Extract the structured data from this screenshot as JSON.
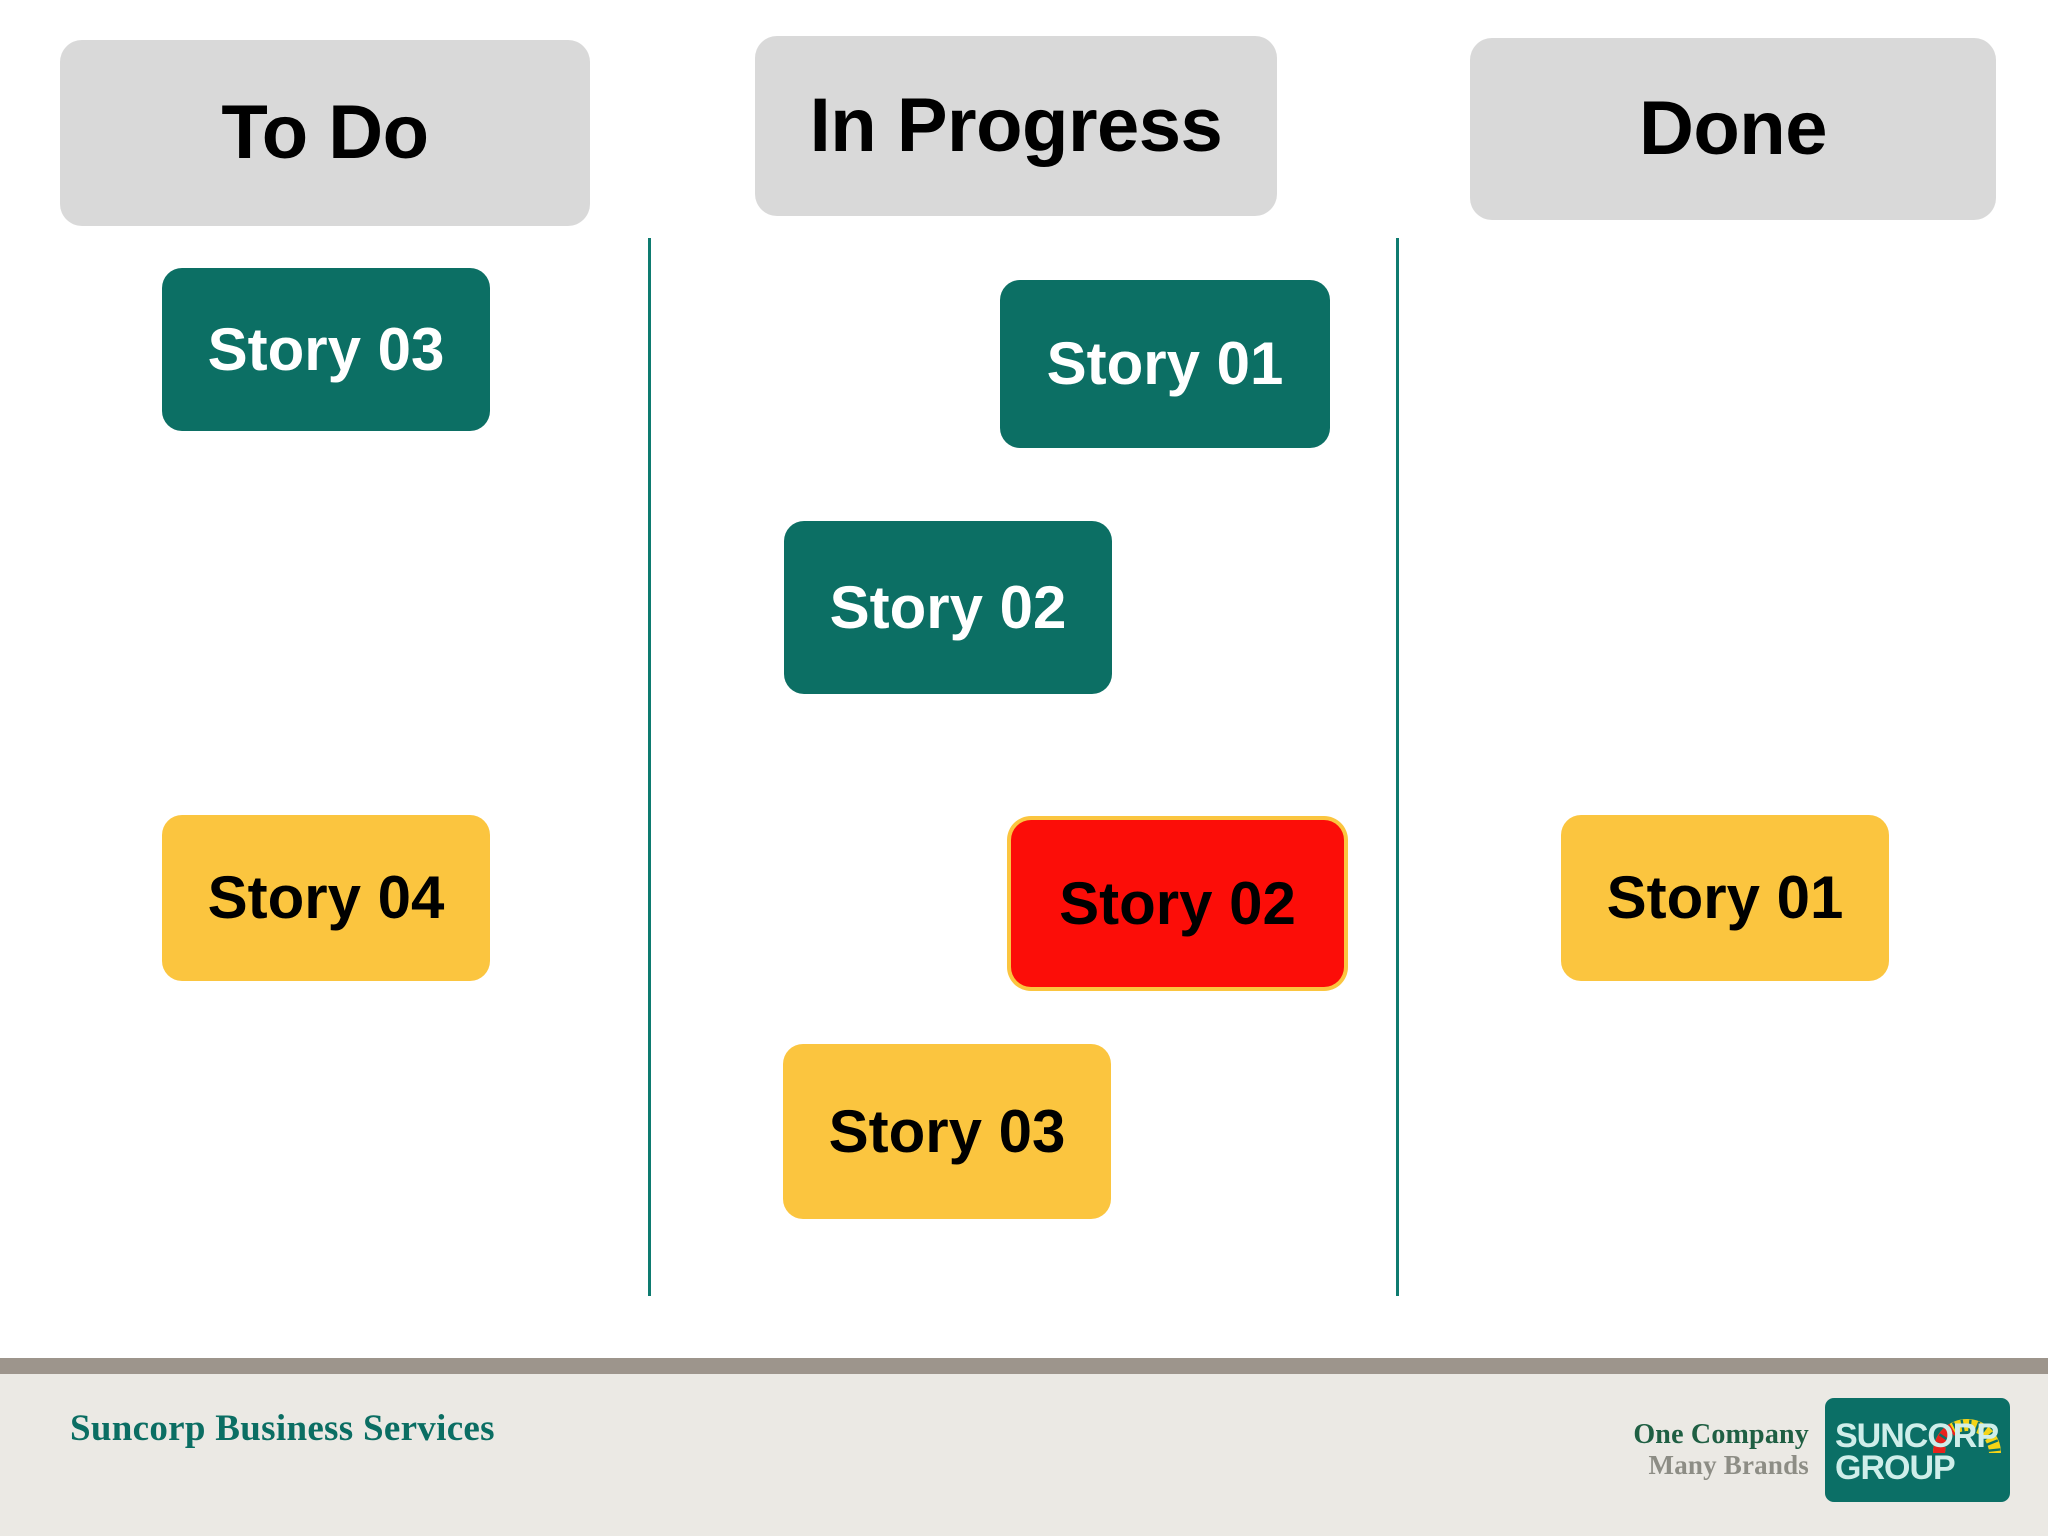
{
  "board": {
    "columns": [
      {
        "id": "todo",
        "header": "To Do",
        "cards": [
          {
            "label": "Story 03",
            "color": "teal",
            "color_hex": "#0c6f64"
          },
          {
            "label": "Story 04",
            "color": "yellow",
            "color_hex": "#fbc53f"
          }
        ]
      },
      {
        "id": "inprogress",
        "header": "In Progress",
        "cards": [
          {
            "label": "Story 01",
            "color": "teal",
            "color_hex": "#0c6f64"
          },
          {
            "label": "Story 02",
            "color": "teal",
            "color_hex": "#0c6f64"
          },
          {
            "label": "Story 02",
            "color": "red",
            "color_hex": "#fc0d08"
          },
          {
            "label": "Story 03",
            "color": "yellow",
            "color_hex": "#fbc53f"
          }
        ]
      },
      {
        "id": "done",
        "header": "Done",
        "cards": [
          {
            "label": "Story 01",
            "color": "yellow",
            "color_hex": "#fbc53f"
          }
        ]
      }
    ],
    "header_background": "#d9d9d9",
    "divider_color": "#0e7b70",
    "background": "#ffffff"
  },
  "footer": {
    "title": "Suncorp Business Services",
    "title_color": "#0b6e63",
    "rule_color": "#9d958c",
    "background": "#ebe9e4",
    "tagline": {
      "line1": "One Company",
      "line2": "Many Brands",
      "line1_color": "#1f5f43",
      "line2_color": "#8d8d85"
    },
    "logo": {
      "line1": "SUNCORP",
      "line2": "GROUP",
      "box_color": "#0b6f66",
      "text_color": "#cfeeea",
      "sun_arc_color": "#f5d416",
      "sun_accent_color": "#e8221d",
      "icon": "suncorp-sun-icon"
    }
  }
}
